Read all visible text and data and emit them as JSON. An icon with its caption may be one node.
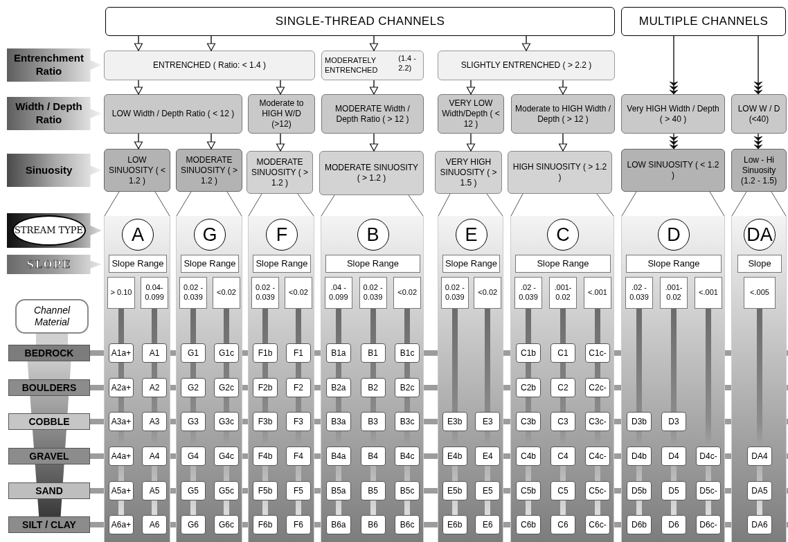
{
  "diagram": {
    "nodes": [
      {
        "text": [
          "SINGLE-THREAD CHANNELS"
        ]
      },
      {
        "text": [
          "MULTIPLE CHANNELS"
        ]
      },
      {
        "text": [
          "Entrenchment Ratio"
        ]
      },
      {
        "text": [
          "ENTRENCHED ( Ratio: < 1.4 )"
        ]
      },
      {
        "text": [
          "MODERATELY ENTRENCHED",
          "(1.4 - 2.2)"
        ]
      },
      {
        "text": [
          "SLIGHTLY ENTRENCHED ( > 2.2 )"
        ]
      },
      {
        "text": [
          "Width / Depth Ratio"
        ]
      },
      {
        "text": [
          "LOW Width / Depth Ratio ( < 12 )"
        ]
      },
      {
        "text": [
          "Moderate to HIGH W/D (>12)"
        ]
      },
      {
        "text": [
          "MODERATE Width / Depth Ratio ( > 12 )"
        ]
      },
      {
        "text": [
          "VERY LOW Width/Depth ( < 12 )"
        ]
      },
      {
        "text": [
          "Moderate to HIGH Width / Depth ( > 12 )"
        ]
      },
      {
        "text": [
          "Very HIGH Width / Depth ( > 40 )"
        ]
      },
      {
        "text": [
          "LOW W / D (<40)"
        ]
      },
      {
        "text": [
          "Sinuosity"
        ]
      },
      {
        "text": [
          "LOW SINUOSITY ( < 1.2 )"
        ]
      },
      {
        "text": [
          "MODERATE SINUOSITY ( > 1.2 )"
        ]
      },
      {
        "text": [
          "MODERATE SINUOSITY ( > 1.2 )"
        ]
      },
      {
        "text": [
          "MODERATE SINUOSITY ( > 1.2 )"
        ]
      },
      {
        "text": [
          "VERY HIGH SINUOSITY ( > 1.5 )"
        ]
      },
      {
        "text": [
          "HIGH SINUOSITY ( > 1.2 )"
        ]
      },
      {
        "text": [
          "LOW SINUOSITY ( < 1.2 )"
        ]
      },
      {
        "text": [
          "Low - Hi Sinuosity (1.2 - 1.5)"
        ]
      },
      {
        "text": [
          "STREAM TYPE"
        ]
      },
      {
        "text": [
          "SLOPE"
        ]
      },
      {
        "text": [
          "Channel Material"
        ]
      },
      {
        "text": [
          "BEDROCK"
        ]
      },
      {
        "text": [
          "BOULDERS"
        ]
      },
      {
        "text": [
          "COBBLE"
        ]
      },
      {
        "text": [
          "GRAVEL"
        ]
      },
      {
        "text": [
          "SAND"
        ]
      },
      {
        "text": [
          "SILT / CLAY"
        ]
      },
      {
        "text": [],
        "shape": "box"
      },
      {
        "text": [
          "A"
        ],
        "in": 32
      },
      {
        "text": [
          "Slope Range"
        ],
        "in": 32
      },
      {
        "text": [
          "> 0.10"
        ],
        "in": 32
      },
      {
        "text": [
          "0.04- 0.099"
        ],
        "in": 32
      },
      {
        "text": [
          "A1a+"
        ],
        "in": 32
      },
      {
        "text": [
          "A1"
        ],
        "in": 32
      },
      {
        "text": [
          "A2a+"
        ],
        "in": 32
      },
      {
        "text": [
          "A2"
        ],
        "in": 32
      },
      {
        "text": [
          "A3a+"
        ],
        "in": 32
      },
      {
        "text": [
          "A3"
        ],
        "in": 32
      },
      {
        "text": [
          "A4a+"
        ],
        "in": 32
      },
      {
        "text": [
          "A4"
        ],
        "in": 32
      },
      {
        "text": [
          "A5a+"
        ],
        "in": 32
      },
      {
        "text": [
          "A5"
        ],
        "in": 32
      },
      {
        "text": [
          "A6a+"
        ],
        "in": 32
      },
      {
        "text": [
          "A6"
        ],
        "in": 32
      },
      {
        "text": [],
        "shape": "box"
      },
      {
        "text": [
          "G"
        ],
        "in": 49
      },
      {
        "text": [
          "Slope Range"
        ],
        "in": 49
      },
      {
        "text": [
          "0.02 - 0.039"
        ],
        "in": 49
      },
      {
        "text": [
          "<0.02"
        ],
        "in": 49
      },
      {
        "text": [
          "G1"
        ],
        "in": 49
      },
      {
        "text": [
          "G1c"
        ],
        "in": 49
      },
      {
        "text": [
          "G2"
        ],
        "in": 49
      },
      {
        "text": [
          "G2c"
        ],
        "in": 49
      },
      {
        "text": [
          "G3"
        ],
        "in": 49
      },
      {
        "text": [
          "G3c"
        ],
        "in": 49
      },
      {
        "text": [
          "G4"
        ],
        "in": 49
      },
      {
        "text": [
          "G4c"
        ],
        "in": 49
      },
      {
        "text": [
          "G5"
        ],
        "in": 49
      },
      {
        "text": [
          "G5c"
        ],
        "in": 49
      },
      {
        "text": [
          "G6"
        ],
        "in": 49
      },
      {
        "text": [
          "G6c"
        ],
        "in": 49
      },
      {
        "text": [],
        "shape": "box"
      },
      {
        "text": [
          "F"
        ],
        "in": 66
      },
      {
        "text": [
          "Slope Range"
        ],
        "in": 66
      },
      {
        "text": [
          "0.02 - 0.039"
        ],
        "in": 66
      },
      {
        "text": [
          "<0.02"
        ],
        "in": 66
      },
      {
        "text": [
          "F1b"
        ],
        "in": 66
      },
      {
        "text": [
          "F1"
        ],
        "in": 66
      },
      {
        "text": [
          "F2b"
        ],
        "in": 66
      },
      {
        "text": [
          "F2"
        ],
        "in": 66
      },
      {
        "text": [
          "F3b"
        ],
        "in": 66
      },
      {
        "text": [
          "F3"
        ],
        "in": 66
      },
      {
        "text": [
          "F4b"
        ],
        "in": 66
      },
      {
        "text": [
          "F4"
        ],
        "in": 66
      },
      {
        "text": [
          "F5b"
        ],
        "in": 66
      },
      {
        "text": [
          "F5"
        ],
        "in": 66
      },
      {
        "text": [
          "F6b"
        ],
        "in": 66
      },
      {
        "text": [
          "F6"
        ],
        "in": 66
      },
      {
        "text": [],
        "shape": "box"
      },
      {
        "text": [
          "B"
        ],
        "in": 83
      },
      {
        "text": [
          "Slope Range"
        ],
        "in": 83
      },
      {
        "text": [
          ".04 - 0.099"
        ],
        "in": 83
      },
      {
        "text": [
          "0.02 - 0.039"
        ],
        "in": 83
      },
      {
        "text": [
          "<0.02"
        ],
        "in": 83
      },
      {
        "text": [
          "B1a"
        ],
        "in": 83
      },
      {
        "text": [
          "B1"
        ],
        "in": 83
      },
      {
        "text": [
          "B1c"
        ],
        "in": 83
      },
      {
        "text": [
          "B2a"
        ],
        "in": 83
      },
      {
        "text": [
          "B2"
        ],
        "in": 83
      },
      {
        "text": [
          "B2c"
        ],
        "in": 83
      },
      {
        "text": [
          "B3a"
        ],
        "in": 83
      },
      {
        "text": [
          "B3"
        ],
        "in": 83
      },
      {
        "text": [
          "B3c"
        ],
        "in": 83
      },
      {
        "text": [
          "B4a"
        ],
        "in": 83
      },
      {
        "text": [
          "B4"
        ],
        "in": 83
      },
      {
        "text": [
          "B4c"
        ],
        "in": 83
      },
      {
        "text": [
          "B5a"
        ],
        "in": 83
      },
      {
        "text": [
          "B5"
        ],
        "in": 83
      },
      {
        "text": [
          "B5c"
        ],
        "in": 83
      },
      {
        "text": [
          "B6a"
        ],
        "in": 83
      },
      {
        "text": [
          "B6"
        ],
        "in": 83
      },
      {
        "text": [
          "B6c"
        ],
        "in": 83
      },
      {
        "text": [],
        "shape": "box"
      },
      {
        "text": [
          "E"
        ],
        "in": 107
      },
      {
        "text": [
          "Slope Range"
        ],
        "in": 107
      },
      {
        "text": [
          "0.02 - 0.039"
        ],
        "in": 107
      },
      {
        "text": [
          "<0.02"
        ],
        "in": 107
      },
      {
        "text": [
          "E3b"
        ],
        "in": 107
      },
      {
        "text": [
          "E3"
        ],
        "in": 107
      },
      {
        "text": [
          "E4b"
        ],
        "in": 107
      },
      {
        "text": [
          "E4"
        ],
        "in": 107
      },
      {
        "text": [
          "E5b"
        ],
        "in": 107
      },
      {
        "text": [
          "E5"
        ],
        "in": 107
      },
      {
        "text": [
          "E6b"
        ],
        "in": 107
      },
      {
        "text": [
          "E6"
        ],
        "in": 107
      },
      {
        "text": [],
        "shape": "box"
      },
      {
        "text": [
          "C"
        ],
        "in": 120
      },
      {
        "text": [
          "Slope Range"
        ],
        "in": 120
      },
      {
        "text": [
          ".02 - 0.039"
        ],
        "in": 120
      },
      {
        "text": [
          ".001- 0.02"
        ],
        "in": 120
      },
      {
        "text": [
          "<.001"
        ],
        "in": 120
      },
      {
        "text": [
          "C1b"
        ],
        "in": 120
      },
      {
        "text": [
          "C1"
        ],
        "in": 120
      },
      {
        "text": [
          "C1c-"
        ],
        "in": 120
      },
      {
        "text": [
          "C2b"
        ],
        "in": 120
      },
      {
        "text": [
          "C2"
        ],
        "in": 120
      },
      {
        "text": [
          "C2c-"
        ],
        "in": 120
      },
      {
        "text": [
          "C3b"
        ],
        "in": 120
      },
      {
        "text": [
          "C3"
        ],
        "in": 120
      },
      {
        "text": [
          "C3c-"
        ],
        "in": 120
      },
      {
        "text": [
          "C4b"
        ],
        "in": 120
      },
      {
        "text": [
          "C4"
        ],
        "in": 120
      },
      {
        "text": [
          "C4c-"
        ],
        "in": 120
      },
      {
        "text": [
          "C5b"
        ],
        "in": 120
      },
      {
        "text": [
          "C5"
        ],
        "in": 120
      },
      {
        "text": [
          "C5c-"
        ],
        "in": 120
      },
      {
        "text": [
          "C6b"
        ],
        "in": 120
      },
      {
        "text": [
          "C6"
        ],
        "in": 120
      },
      {
        "text": [
          "C6c-"
        ],
        "in": 120
      },
      {
        "text": [],
        "shape": "box"
      },
      {
        "text": [
          "D"
        ],
        "in": 144
      },
      {
        "text": [
          "Slope Range"
        ],
        "in": 144
      },
      {
        "text": [
          ".02 - 0.039"
        ],
        "in": 144
      },
      {
        "text": [
          ".001- 0.02"
        ],
        "in": 144
      },
      {
        "text": [
          "<.001"
        ],
        "in": 144
      },
      {
        "text": [
          "D3b"
        ],
        "in": 144
      },
      {
        "text": [
          "D3"
        ],
        "in": 144
      },
      {
        "text": [
          "D4b"
        ],
        "in": 144
      },
      {
        "text": [
          "D4"
        ],
        "in": 144
      },
      {
        "text": [
          "D4c-"
        ],
        "in": 144
      },
      {
        "text": [
          "D5b"
        ],
        "in": 144
      },
      {
        "text": [
          "D5"
        ],
        "in": 144
      },
      {
        "text": [
          "D5c-"
        ],
        "in": 144
      },
      {
        "text": [
          "D6b"
        ],
        "in": 144
      },
      {
        "text": [
          "D6"
        ],
        "in": 144
      },
      {
        "text": [
          "D6c-"
        ],
        "in": 144
      },
      {
        "text": [],
        "shape": "box"
      },
      {
        "text": [
          "DA"
        ],
        "in": 161
      },
      {
        "text": [
          "Slope"
        ],
        "in": 161
      },
      {
        "text": [
          "<.005"
        ],
        "in": 161
      },
      {
        "text": [
          "DA4"
        ],
        "in": 161
      },
      {
        "text": [
          "DA5"
        ],
        "in": 161
      },
      {
        "text": [
          "DA6"
        ],
        "in": 161
      }
    ],
    "edges": [
      {
        "from": 0,
        "to": 3,
        "arrow": "to"
      },
      {
        "from": 0,
        "to": 3,
        "arrow": "to"
      },
      {
        "from": 0,
        "to": 4,
        "arrow": "to"
      },
      {
        "from": 0,
        "to": 5,
        "arrow": "to"
      },
      {
        "from": 1,
        "to": 12,
        "arrow": "to"
      },
      {
        "from": 1,
        "to": 13,
        "arrow": "to"
      },
      {
        "from": 3,
        "to": 7,
        "arrow": "to"
      },
      {
        "from": 3,
        "to": 8,
        "arrow": "to"
      },
      {
        "from": 4,
        "to": 9,
        "arrow": "to"
      },
      {
        "from": 5,
        "to": 10,
        "arrow": "to"
      },
      {
        "from": 5,
        "to": 11,
        "arrow": "to"
      },
      {
        "from": 7,
        "to": 15,
        "arrow": "to"
      },
      {
        "from": 7,
        "to": 16,
        "arrow": "to"
      },
      {
        "from": 8,
        "to": 17,
        "arrow": "to"
      },
      {
        "from": 9,
        "to": 18,
        "arrow": "to"
      },
      {
        "from": 10,
        "to": 19,
        "arrow": "to"
      },
      {
        "from": 11,
        "to": 20,
        "arrow": "to"
      },
      {
        "from": 12,
        "to": 21,
        "arrow": "to"
      },
      {
        "from": 13,
        "to": 22,
        "arrow": "to"
      },
      {
        "from": 15,
        "to": 32,
        "arrow": "none"
      },
      {
        "from": 15,
        "to": 32,
        "arrow": "none"
      },
      {
        "from": 16,
        "to": 49,
        "arrow": "none"
      },
      {
        "from": 16,
        "to": 49,
        "arrow": "none"
      },
      {
        "from": 17,
        "to": 66,
        "arrow": "none"
      },
      {
        "from": 17,
        "to": 66,
        "arrow": "none"
      },
      {
        "from": 18,
        "to": 83,
        "arrow": "none"
      },
      {
        "from": 18,
        "to": 83,
        "arrow": "none"
      },
      {
        "from": 19,
        "to": 107,
        "arrow": "none"
      },
      {
        "from": 19,
        "to": 107,
        "arrow": "none"
      },
      {
        "from": 20,
        "to": 120,
        "arrow": "none"
      },
      {
        "from": 20,
        "to": 120,
        "arrow": "none"
      },
      {
        "from": 21,
        "to": 144,
        "arrow": "none"
      },
      {
        "from": 21,
        "to": 144,
        "arrow": "none"
      },
      {
        "from": 22,
        "to": 161,
        "arrow": "none"
      },
      {
        "from": 22,
        "to": 161,
        "arrow": "none"
      }
    ]
  }
}
